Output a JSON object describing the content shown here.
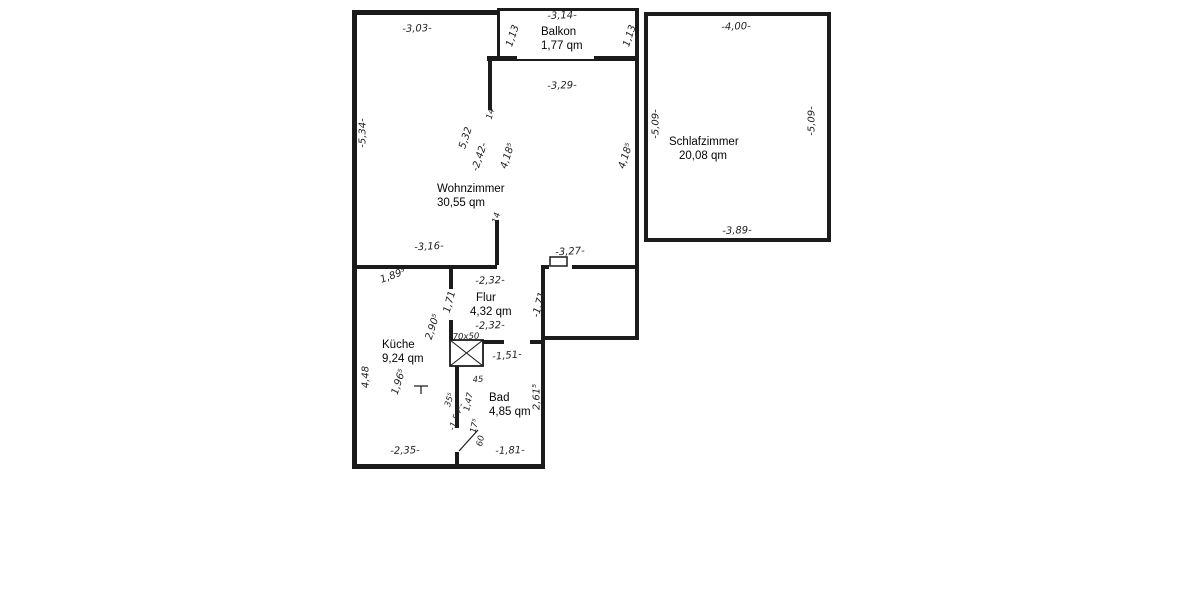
{
  "floorplan": {
    "rooms": {
      "balkon": {
        "name": "Balkon",
        "area": "1,77 qm"
      },
      "wohnzimmer": {
        "name": "Wohnzimmer",
        "area": "30,55 qm"
      },
      "schlafzimmer": {
        "name": "Schlafzimmer",
        "area": "20,08 qm"
      },
      "flur": {
        "name": "Flur",
        "area": "4,32 qm"
      },
      "kueche": {
        "name": "Küche",
        "area": "9,24 qm"
      },
      "bad": {
        "name": "Bad",
        "area": "4,85 qm"
      }
    },
    "dims": {
      "d1": "-3,03-",
      "d2": "-3,14-",
      "d3": "1,13",
      "d4": "1,13",
      "d5": "-3,29-",
      "d6": "-4,00-",
      "d7": "-5,34-",
      "d8": "14",
      "d9": "5,32",
      "d10": "-2,42-",
      "d11": "4,18⁵",
      "d12": "4,18⁵",
      "d13": "-5,09-",
      "d14": "-5,09-",
      "d15": "14",
      "d16": "-3,16-",
      "d17": "-3,27-",
      "d18": "-3,89-",
      "d19": "1,89⁵",
      "d20": "-2,32-",
      "d21": "1,71",
      "d22": "-1,71-",
      "d23": "-2,32-",
      "d24": "2,90⁵",
      "d25": "70x50",
      "d26": "-1,51-",
      "d27": "4,48",
      "d28": "1,96⁵",
      "d29": "45",
      "d30": "35⁵",
      "d31": "1,47",
      "d32": "2,61⁵",
      "d33": "-1,54⁵-",
      "d34": "17⁵",
      "d35": "60",
      "d36": "-2,35-",
      "d37": "-1,81-"
    }
  }
}
